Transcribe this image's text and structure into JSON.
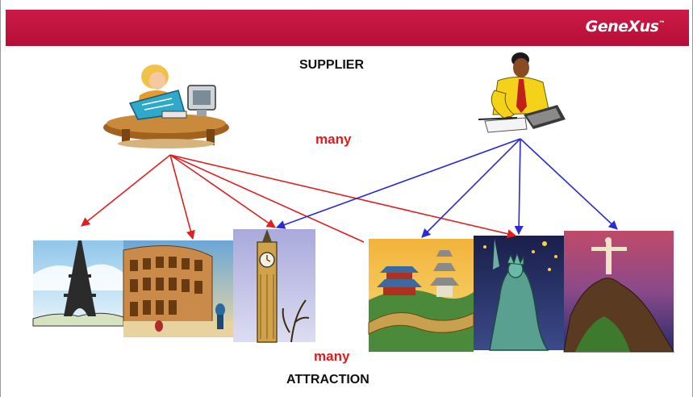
{
  "brand": {
    "name": "GeneXus",
    "mark": "™"
  },
  "labels": {
    "top_entity": "SUPPLIER",
    "bottom_entity": "ATTRACTION",
    "top_cardinality": "many",
    "bottom_cardinality": "many"
  },
  "colors": {
    "banner": "#c2143f",
    "red_arrows": "#e01f1f",
    "blue_arrows": "#2a2ad6",
    "cardinality_text": "#e21a1a"
  },
  "suppliers": [
    {
      "id": "supplier-woman-at-desk"
    },
    {
      "id": "supplier-man-with-laptop"
    }
  ],
  "attractions": [
    {
      "id": "eiffel-tower"
    },
    {
      "id": "colosseum"
    },
    {
      "id": "big-ben"
    },
    {
      "id": "great-wall-of-china"
    },
    {
      "id": "statue-of-liberty"
    },
    {
      "id": "christ-the-redeemer"
    }
  ],
  "relationships": [
    {
      "from": "supplier-woman-at-desk",
      "to": "eiffel-tower",
      "color": "red"
    },
    {
      "from": "supplier-woman-at-desk",
      "to": "colosseum",
      "color": "red"
    },
    {
      "from": "supplier-woman-at-desk",
      "to": "big-ben",
      "color": "red"
    },
    {
      "from": "supplier-woman-at-desk",
      "to": "great-wall-of-china",
      "color": "red"
    },
    {
      "from": "supplier-woman-at-desk",
      "to": "statue-of-liberty",
      "color": "red"
    },
    {
      "from": "supplier-man-with-laptop",
      "to": "big-ben",
      "color": "blue"
    },
    {
      "from": "supplier-man-with-laptop",
      "to": "great-wall-of-china",
      "color": "blue"
    },
    {
      "from": "supplier-man-with-laptop",
      "to": "statue-of-liberty",
      "color": "blue"
    },
    {
      "from": "supplier-man-with-laptop",
      "to": "christ-the-redeemer",
      "color": "blue"
    }
  ]
}
